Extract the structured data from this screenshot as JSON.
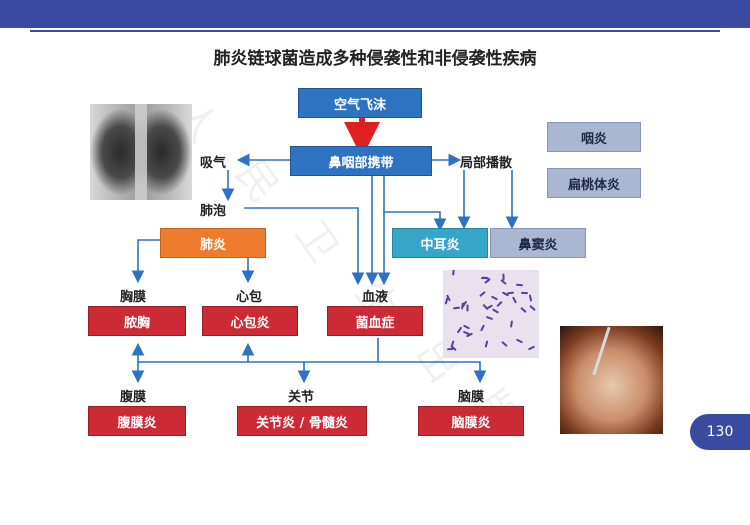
{
  "title": "肺炎链球菌造成多种侵袭性和非侵袭性疾病",
  "boxes": {
    "droplet": "空气飞沫",
    "carriage": "鼻咽部携带",
    "pneumonia": "肺炎",
    "empyema": "脓胸",
    "pericarditis": "心包炎",
    "bacteremia": "菌血症",
    "otitis": "中耳炎",
    "sinusitis": "鼻窦炎",
    "pharyngitis": "咽炎",
    "tonsillitis": "扁桃体炎",
    "peritonitis": "腹膜炎",
    "arthritis": "关节炎 / 骨髓炎",
    "meningitis": "脑膜炎"
  },
  "labels": {
    "inhale": "吸气",
    "local_spread": "局部播散",
    "alveoli": "肺泡",
    "pleura": "胸膜",
    "pericardium": "心包",
    "blood": "血液",
    "peritoneum": "腹膜",
    "joint": "关节",
    "meninges": "脑膜"
  },
  "page_number": "130",
  "colors": {
    "header": "#3a4aa0",
    "blue_box": "#2e72c2",
    "red_box": "#cc2a35",
    "orange_box": "#ef7b2d",
    "cyan_box": "#36a6c8",
    "grey_box": "#a9b7d3",
    "arrow": "#2e72c2",
    "main_arrow": "#e02020"
  }
}
